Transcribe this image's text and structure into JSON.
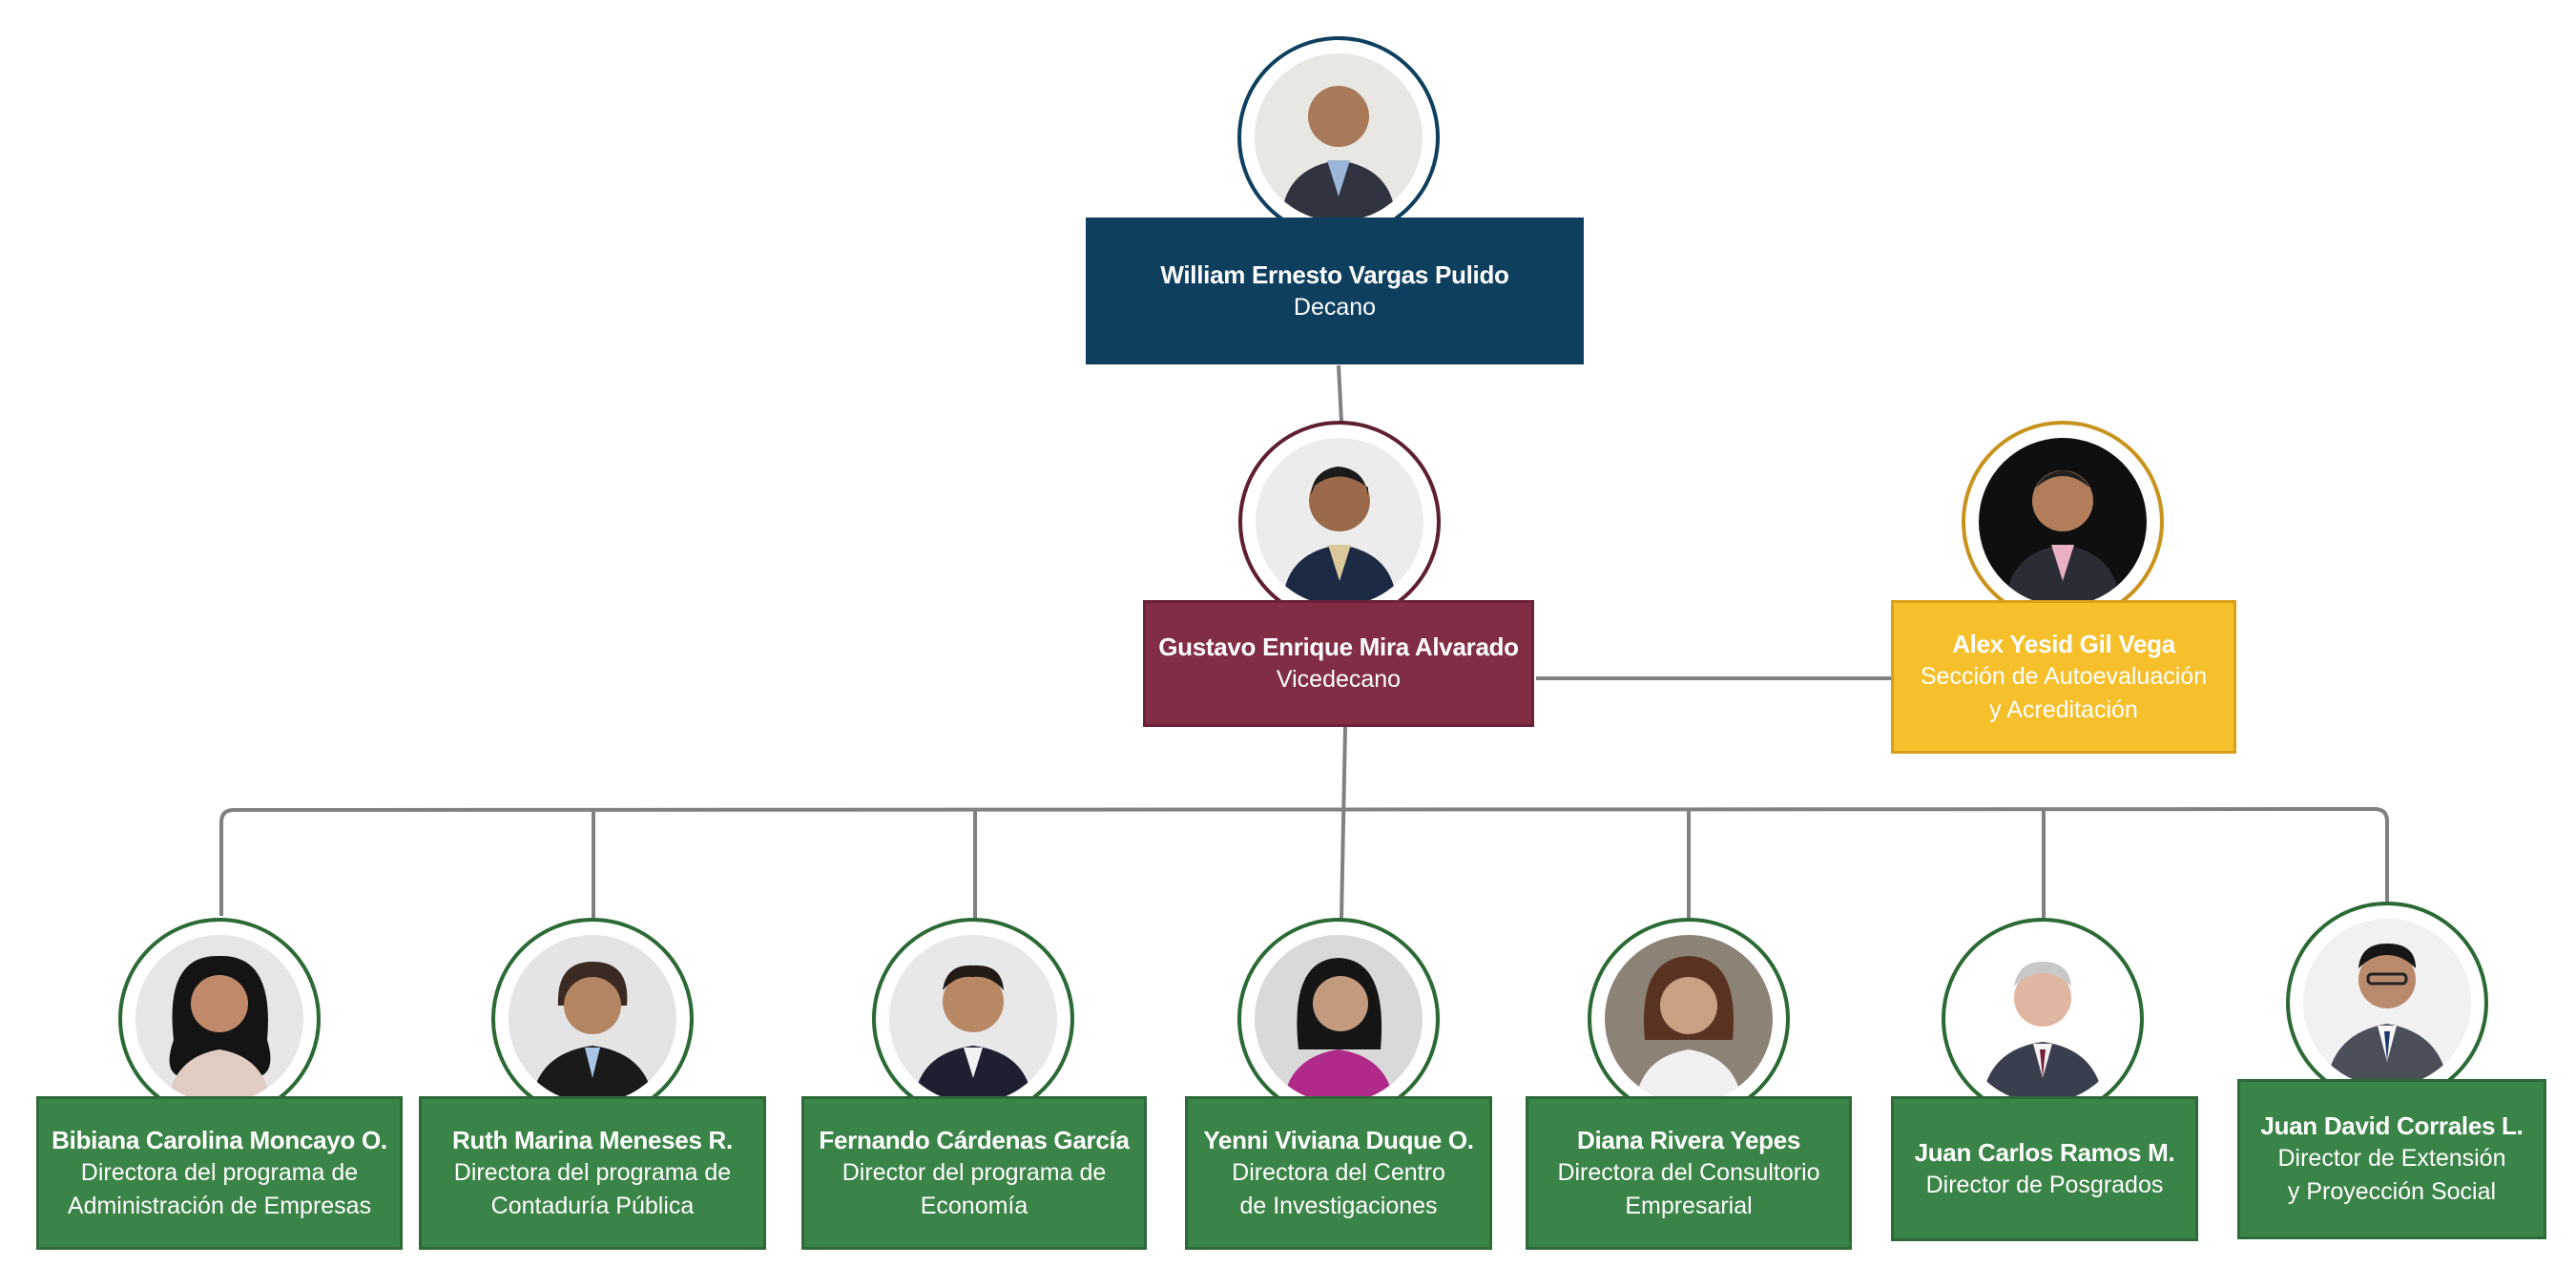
{
  "chart": {
    "dean": {
      "name": "William Ernesto Vargas Pulido",
      "role": "Decano",
      "color": "#0e3f5e"
    },
    "vice_dean": {
      "name": "Gustavo Enrique Mira Alvarado",
      "role": "Vicedecano",
      "color": "#812e45"
    },
    "accreditation": {
      "name": "Alex Yesid Gil Vega",
      "role_line1": "Sección de Autoevaluación",
      "role_line2": "y Acreditación",
      "color": "#f6c02d"
    },
    "directors": [
      {
        "name": "Bibiana Carolina Moncayo O.",
        "role_line1": "Directora del programa de",
        "role_line2": "Administración de Empresas"
      },
      {
        "name": "Ruth Marina Meneses R.",
        "role_line1": "Directora del programa de",
        "role_line2": "Contaduría Pública"
      },
      {
        "name": "Fernando Cárdenas García",
        "role_line1": "Director del programa de",
        "role_line2": "Economía"
      },
      {
        "name": "Yenni Viviana Duque O.",
        "role_line1": "Directora del Centro",
        "role_line2": "de Investigaciones"
      },
      {
        "name": "Diana Rivera Yepes",
        "role_line1": "Directora del Consultorio",
        "role_line2": "Empresarial"
      },
      {
        "name": "Juan Carlos Ramos M.",
        "role_line1": "Director de Posgrados",
        "role_line2": ""
      },
      {
        "name": "Juan David Corrales L.",
        "role_line1": "Director de Extensión",
        "role_line2": "y Proyección Social"
      }
    ],
    "director_color": "#3b8447",
    "connector_color": "#808080"
  }
}
